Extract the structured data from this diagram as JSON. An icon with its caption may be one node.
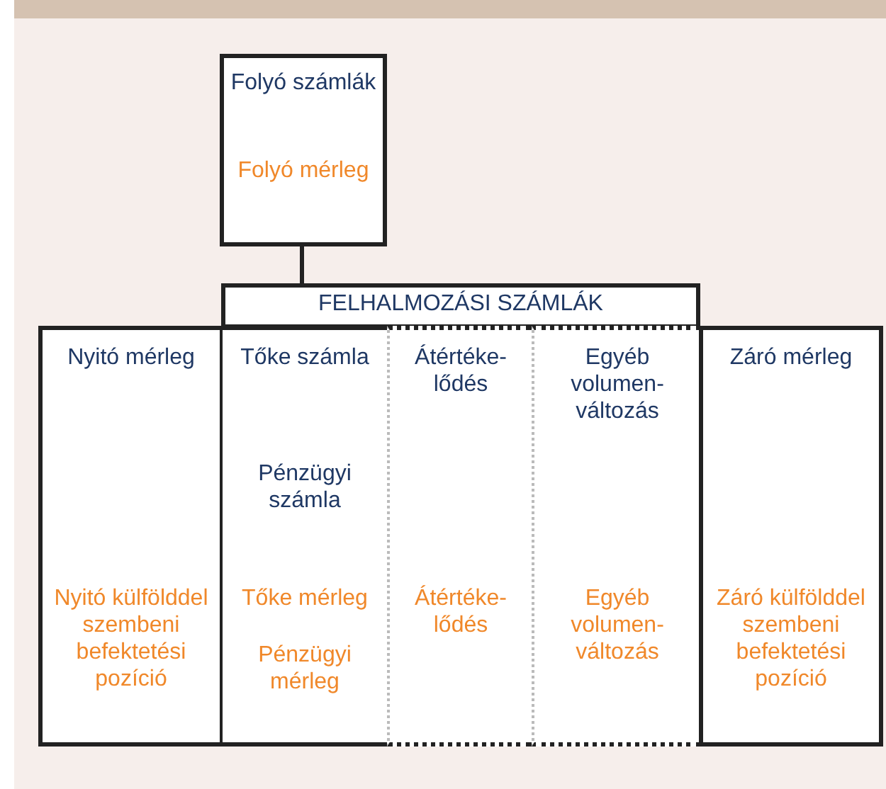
{
  "diagram": {
    "nodes": [
      {
        "text": [
          "Folyó számlák",
          "Folyó mérleg"
        ]
      },
      {
        "text": [
          "FELHALMOZÁSI SZÁMLÁK"
        ]
      },
      {
        "text": [
          "Nyitó mérleg",
          "Nyitó külfölddel szembeni befektetési pozíció"
        ]
      },
      {
        "text": [
          "Tőke számla",
          "Pénzügyi számla",
          "Tőke mérleg",
          "Pénzügyi mérleg"
        ]
      },
      {
        "text": [
          "Átértéke-lődés",
          "Átértéke-lődés"
        ]
      },
      {
        "text": [
          "Egyéb volumen-változás",
          "Egyéb volumen-változás"
        ]
      },
      {
        "text": [
          "Záró mérleg",
          "Záró külfölddel szembeni befektetési pozíció"
        ]
      }
    ],
    "edges": [
      {
        "from": 0,
        "to": 1,
        "arrow": "none"
      }
    ]
  }
}
